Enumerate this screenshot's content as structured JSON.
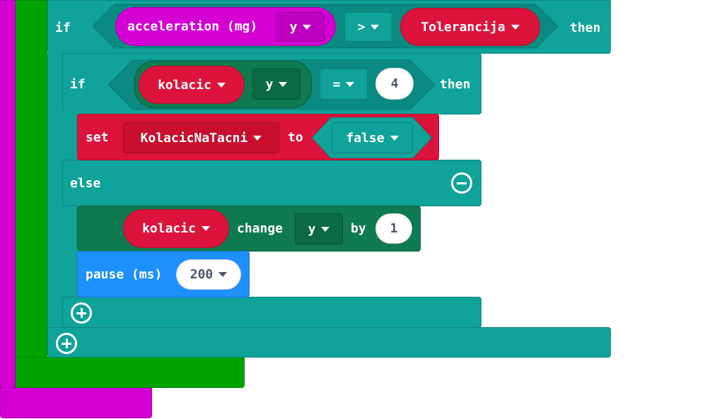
{
  "blocks": {
    "outer_if": {
      "keyword": "if",
      "then": "then",
      "condition": {
        "sensor": "acceleration (mg)",
        "axis": "y",
        "operator": ">",
        "variable": "Tolerancija"
      }
    },
    "inner_if": {
      "keyword": "if",
      "then": "then",
      "else": "else",
      "condition": {
        "sprite": "kolacic",
        "property": "y",
        "operator": "=",
        "value": "4"
      },
      "set_block": {
        "keyword": "set",
        "variable": "KolacicNaTacni",
        "to": "to",
        "value": "false"
      },
      "change_block": {
        "sprite": "kolacic",
        "change": "change",
        "property": "y",
        "by": "by",
        "value": "1"
      },
      "pause_block": {
        "label": "pause (ms)",
        "value": "200"
      }
    }
  },
  "icons": {
    "remove_else": "minus-circle-icon",
    "add_inner": "plus-circle-icon",
    "add_outer": "plus-circle-icon"
  },
  "colors": {
    "logic": "#0fa39a",
    "variables": "#dc143c",
    "input": "#d400d4",
    "loops": "#00a300",
    "sprites": "#107a50",
    "basic": "#1e90ff"
  }
}
